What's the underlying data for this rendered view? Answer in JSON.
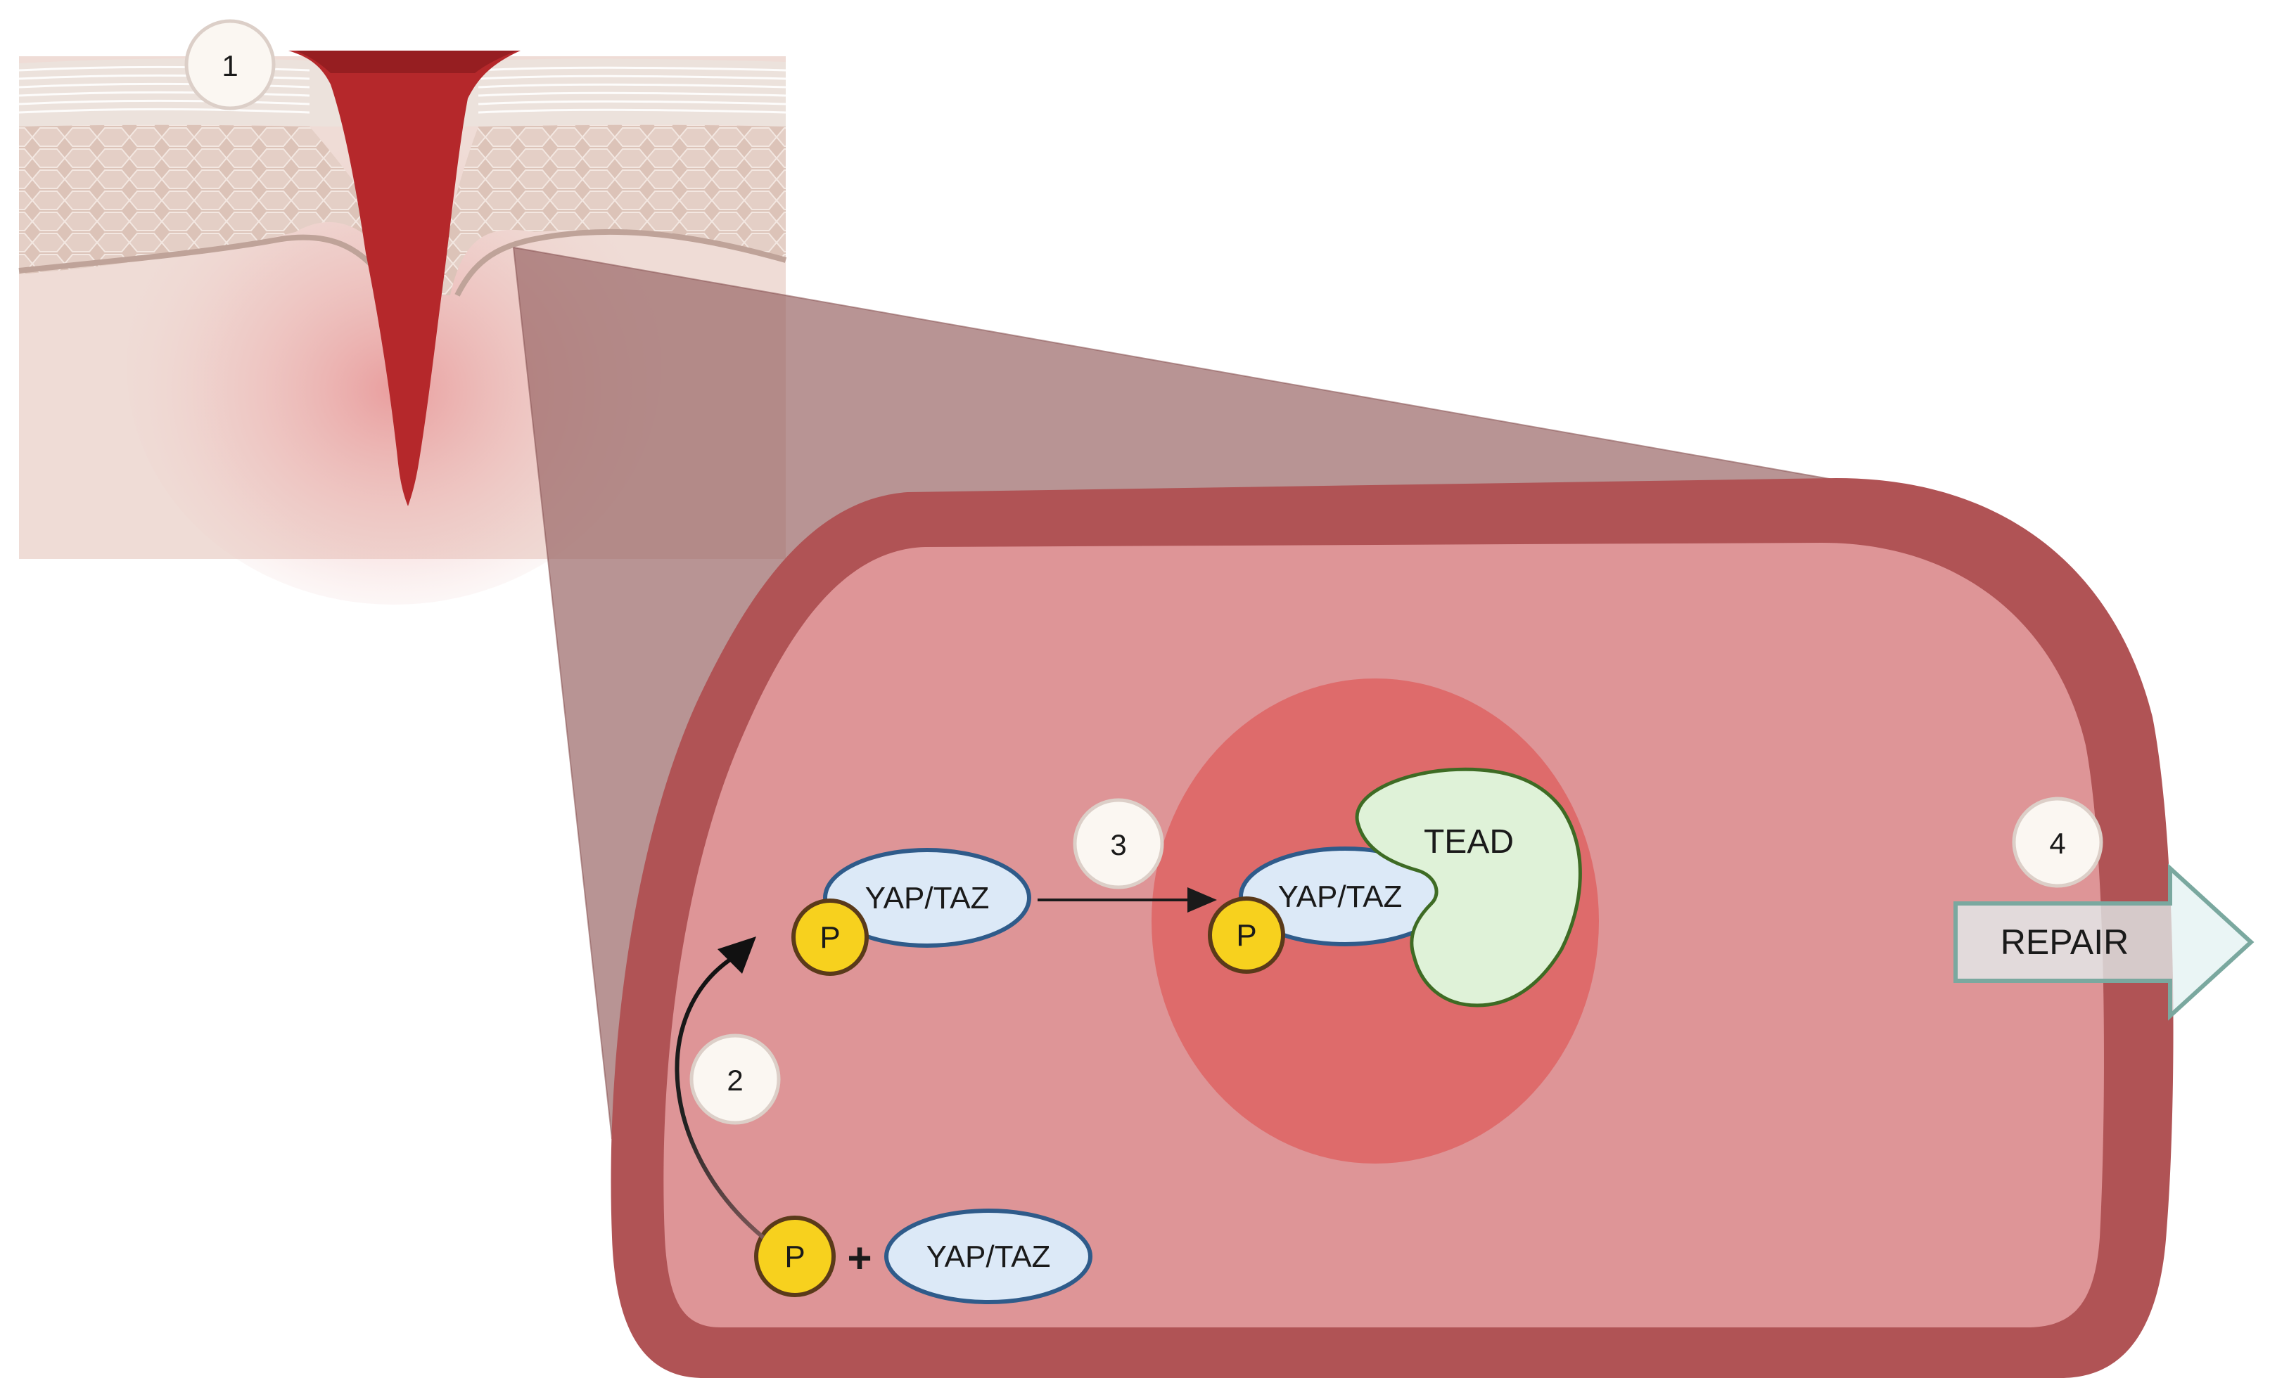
{
  "steps": {
    "step1": "1",
    "step2": "2",
    "step3": "3",
    "step4": "4"
  },
  "labels": {
    "p_free": "P",
    "plus": "+",
    "yaptaz_free": "YAP/TAZ",
    "p_cyto": "P",
    "yaptaz_cyto": "YAP/TAZ",
    "p_nuc": "P",
    "yaptaz_nuc": "YAP/TAZ",
    "tead": "TEAD",
    "repair": "REPAIR"
  },
  "colors": {
    "cell_outer": "#b05355",
    "cytoplasm": "#de9597",
    "nucleus": "#de6b6b",
    "protein_fill": "#dce9f7",
    "protein_stroke": "#2f5b8a",
    "phosphate": "#f7d11e",
    "tead_fill": "#dff2d8",
    "tead_stroke": "#3e6b24",
    "blood": "#b5282b",
    "arrow_fill": "#e3f2f1",
    "arrow_stroke": "#7aa89f"
  }
}
